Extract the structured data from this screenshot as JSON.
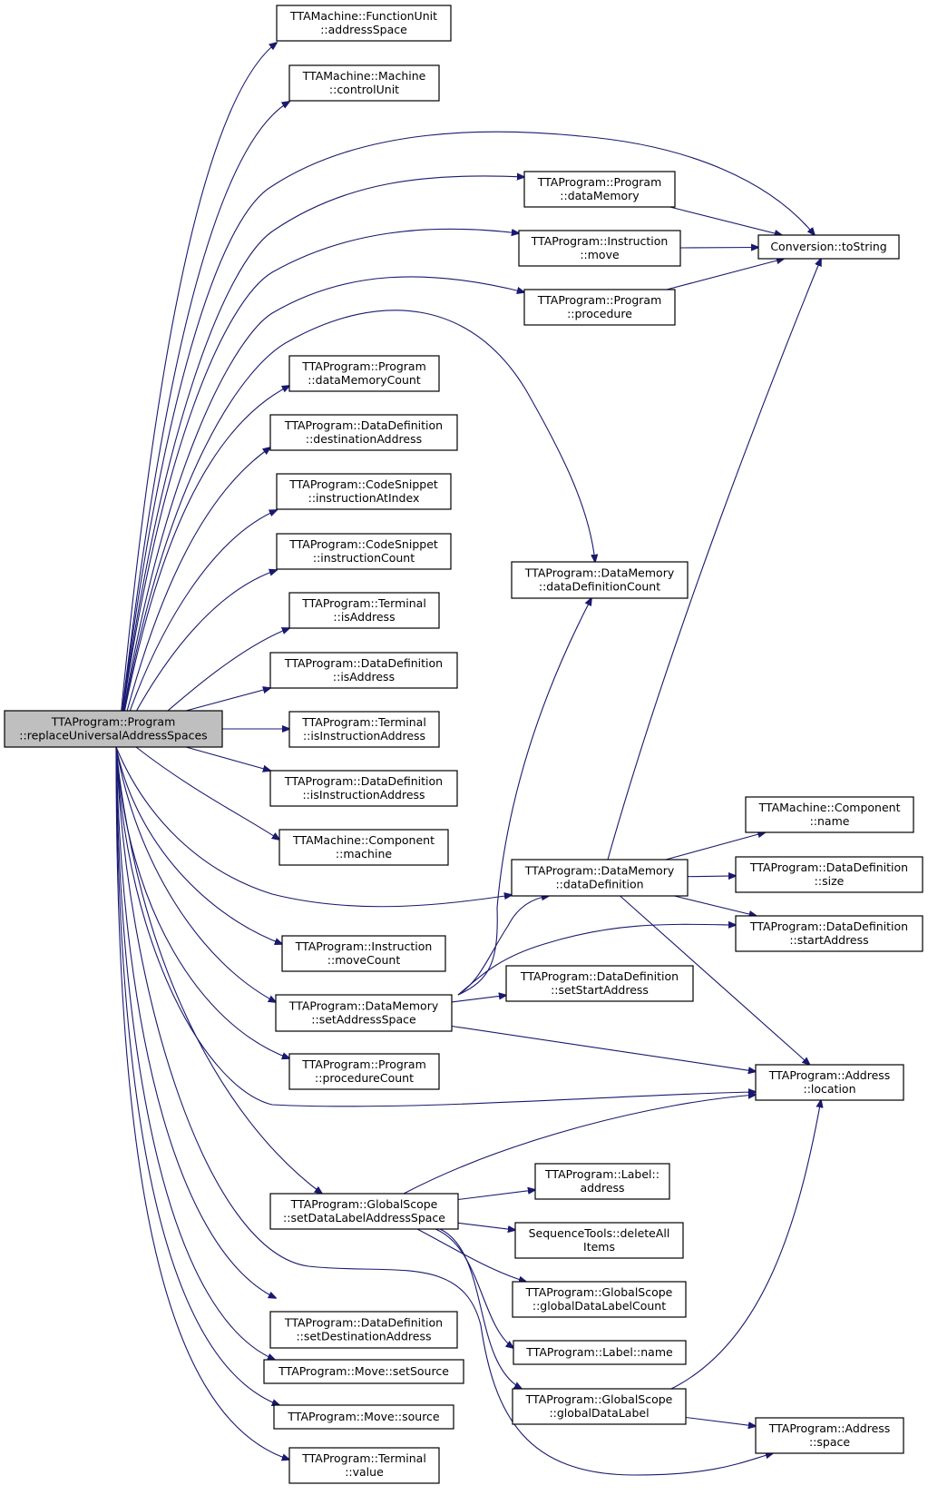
{
  "diagram": {
    "type": "call-graph",
    "edge_color": "#191970",
    "root_fill": "#bfbfbf",
    "nodes": [
      {
        "id": "root",
        "lines": [
          "TTAProgram::Program",
          "::replaceUniversalAddressSpaces"
        ],
        "root": true
      },
      {
        "id": "fu_addressSpace",
        "lines": [
          "TTAMachine::FunctionUnit",
          "::addressSpace"
        ]
      },
      {
        "id": "m_controlUnit",
        "lines": [
          "TTAMachine::Machine",
          "::controlUnit"
        ]
      },
      {
        "id": "p_dataMemory",
        "lines": [
          "TTAProgram::Program",
          "::dataMemory"
        ]
      },
      {
        "id": "conv_toString",
        "lines": [
          "Conversion::toString"
        ]
      },
      {
        "id": "i_move",
        "lines": [
          "TTAProgram::Instruction",
          "::move"
        ]
      },
      {
        "id": "p_procedure",
        "lines": [
          "TTAProgram::Program",
          "::procedure"
        ]
      },
      {
        "id": "p_dataMemoryCount",
        "lines": [
          "TTAProgram::Program",
          "::dataMemoryCount"
        ]
      },
      {
        "id": "dd_destinationAddress",
        "lines": [
          "TTAProgram::DataDefinition",
          "::destinationAddress"
        ]
      },
      {
        "id": "cs_instructionAtIndex",
        "lines": [
          "TTAProgram::CodeSnippet",
          "::instructionAtIndex"
        ]
      },
      {
        "id": "cs_instructionCount",
        "lines": [
          "TTAProgram::CodeSnippet",
          "::instructionCount"
        ]
      },
      {
        "id": "dm_dataDefinitionCount",
        "lines": [
          "TTAProgram::DataMemory",
          "::dataDefinitionCount"
        ]
      },
      {
        "id": "t_isAddress",
        "lines": [
          "TTAProgram::Terminal",
          "::isAddress"
        ]
      },
      {
        "id": "dd_isAddress",
        "lines": [
          "TTAProgram::DataDefinition",
          "::isAddress"
        ]
      },
      {
        "id": "t_isInstructionAddress",
        "lines": [
          "TTAProgram::Terminal",
          "::isInstructionAddress"
        ]
      },
      {
        "id": "dd_isInstructionAddress",
        "lines": [
          "TTAProgram::DataDefinition",
          "::isInstructionAddress"
        ]
      },
      {
        "id": "c_machine",
        "lines": [
          "TTAMachine::Component",
          "::machine"
        ]
      },
      {
        "id": "c_name",
        "lines": [
          "TTAMachine::Component",
          "::name"
        ]
      },
      {
        "id": "dm_dataDefinition",
        "lines": [
          "TTAProgram::DataMemory",
          "::dataDefinition"
        ]
      },
      {
        "id": "dd_size",
        "lines": [
          "TTAProgram::DataDefinition",
          "::size"
        ]
      },
      {
        "id": "dd_startAddress",
        "lines": [
          "TTAProgram::DataDefinition",
          "::startAddress"
        ]
      },
      {
        "id": "i_moveCount",
        "lines": [
          "TTAProgram::Instruction",
          "::moveCount"
        ]
      },
      {
        "id": "dd_setStartAddress",
        "lines": [
          "TTAProgram::DataDefinition",
          "::setStartAddress"
        ]
      },
      {
        "id": "dm_setAddressSpace",
        "lines": [
          "TTAProgram::DataMemory",
          "::setAddressSpace"
        ]
      },
      {
        "id": "p_procedureCount",
        "lines": [
          "TTAProgram::Program",
          "::procedureCount"
        ]
      },
      {
        "id": "a_location",
        "lines": [
          "TTAProgram::Address",
          "::location"
        ]
      },
      {
        "id": "l_address",
        "lines": [
          "TTAProgram::Label::",
          "address"
        ]
      },
      {
        "id": "gs_setDataLabelAddressSpace",
        "lines": [
          "TTAProgram::GlobalScope",
          "::setDataLabelAddressSpace"
        ]
      },
      {
        "id": "st_deleteAllItems",
        "lines": [
          "SequenceTools::deleteAll",
          "Items"
        ]
      },
      {
        "id": "gs_globalDataLabelCount",
        "lines": [
          "TTAProgram::GlobalScope",
          "::globalDataLabelCount"
        ]
      },
      {
        "id": "dd_setDestinationAddress",
        "lines": [
          "TTAProgram::DataDefinition",
          "::setDestinationAddress"
        ]
      },
      {
        "id": "l_name",
        "lines": [
          "TTAProgram::Label::name"
        ]
      },
      {
        "id": "mv_setSource",
        "lines": [
          "TTAProgram::Move::setSource"
        ]
      },
      {
        "id": "gs_globalDataLabel",
        "lines": [
          "TTAProgram::GlobalScope",
          "::globalDataLabel"
        ]
      },
      {
        "id": "mv_source",
        "lines": [
          "TTAProgram::Move::source"
        ]
      },
      {
        "id": "a_space",
        "lines": [
          "TTAProgram::Address",
          "::space"
        ]
      },
      {
        "id": "t_value",
        "lines": [
          "TTAProgram::Terminal",
          "::value"
        ]
      }
    ],
    "edges": [
      [
        "root",
        "fu_addressSpace"
      ],
      [
        "root",
        "m_controlUnit"
      ],
      [
        "root",
        "conv_toString"
      ],
      [
        "root",
        "p_dataMemory"
      ],
      [
        "root",
        "i_move"
      ],
      [
        "root",
        "p_procedure"
      ],
      [
        "root",
        "dm_dataDefinitionCount"
      ],
      [
        "root",
        "p_dataMemoryCount"
      ],
      [
        "root",
        "dd_destinationAddress"
      ],
      [
        "root",
        "cs_instructionAtIndex"
      ],
      [
        "root",
        "cs_instructionCount"
      ],
      [
        "root",
        "t_isAddress"
      ],
      [
        "root",
        "dd_isAddress"
      ],
      [
        "root",
        "t_isInstructionAddress"
      ],
      [
        "root",
        "dd_isInstructionAddress"
      ],
      [
        "root",
        "c_machine"
      ],
      [
        "root",
        "dm_dataDefinition"
      ],
      [
        "root",
        "i_moveCount"
      ],
      [
        "root",
        "dm_setAddressSpace"
      ],
      [
        "root",
        "p_procedureCount"
      ],
      [
        "root",
        "a_location"
      ],
      [
        "root",
        "gs_setDataLabelAddressSpace"
      ],
      [
        "root",
        "a_space"
      ],
      [
        "root",
        "dd_setDestinationAddress"
      ],
      [
        "root",
        "mv_setSource"
      ],
      [
        "root",
        "mv_source"
      ],
      [
        "root",
        "t_value"
      ],
      [
        "p_dataMemory",
        "conv_toString"
      ],
      [
        "i_move",
        "conv_toString"
      ],
      [
        "p_procedure",
        "conv_toString"
      ],
      [
        "dm_dataDefinition",
        "conv_toString"
      ],
      [
        "dm_dataDefinition",
        "c_name"
      ],
      [
        "dm_dataDefinition",
        "dd_size"
      ],
      [
        "dm_dataDefinition",
        "dd_startAddress"
      ],
      [
        "dm_dataDefinition",
        "a_location"
      ],
      [
        "dm_setAddressSpace",
        "dm_dataDefinitionCount"
      ],
      [
        "dm_setAddressSpace",
        "dm_dataDefinition"
      ],
      [
        "dm_setAddressSpace",
        "dd_startAddress"
      ],
      [
        "dm_setAddressSpace",
        "dd_setStartAddress"
      ],
      [
        "dm_setAddressSpace",
        "a_location"
      ],
      [
        "gs_setDataLabelAddressSpace",
        "a_location"
      ],
      [
        "gs_setDataLabelAddressSpace",
        "l_address"
      ],
      [
        "gs_setDataLabelAddressSpace",
        "st_deleteAllItems"
      ],
      [
        "gs_setDataLabelAddressSpace",
        "gs_globalDataLabelCount"
      ],
      [
        "gs_setDataLabelAddressSpace",
        "l_name"
      ],
      [
        "gs_setDataLabelAddressSpace",
        "gs_globalDataLabel"
      ],
      [
        "gs_globalDataLabel",
        "a_location"
      ],
      [
        "gs_globalDataLabel",
        "a_space"
      ]
    ]
  }
}
